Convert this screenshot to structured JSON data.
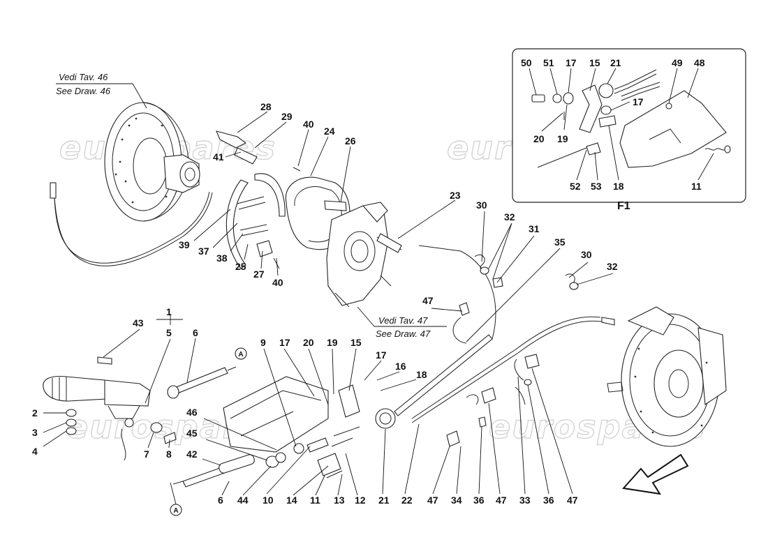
{
  "watermark": "eurospares",
  "references": {
    "top_left": {
      "it": "Vedi Tav. 46",
      "en": "See Draw. 46"
    },
    "center": {
      "it": "Vedi Tav. 47",
      "en": "See Draw. 47"
    }
  },
  "connector_label": "A",
  "inset": {
    "title": "F1"
  },
  "callouts": {
    "c28": "28",
    "c29": "29",
    "c40a": "40",
    "c24": "24",
    "c26": "26",
    "c41": "41",
    "c39": "39",
    "c37": "37",
    "c38": "38",
    "c25": "25",
    "c27": "27",
    "c40b": "40",
    "c23": "23",
    "c30a": "30",
    "c32a": "32",
    "c31": "31",
    "c35": "35",
    "c30b": "30",
    "c32b": "32",
    "c47a": "47",
    "c43": "43",
    "c1": "1",
    "c5": "5",
    "c6a": "6",
    "c2": "2",
    "c3": "3",
    "c4": "4",
    "c7": "7",
    "c8": "8",
    "c46": "46",
    "c45": "45",
    "c42": "42",
    "c6b": "6",
    "c44": "44",
    "c10": "10",
    "c9": "9",
    "c17": "17",
    "c20": "20",
    "c19": "19",
    "c15": "15",
    "c16": "16",
    "c18": "18",
    "c14": "14",
    "c11": "11",
    "c13": "13",
    "c12": "12",
    "c21": "21",
    "c22": "22",
    "c47b": "47",
    "c34": "34",
    "c36a": "36",
    "c47c": "47",
    "c33": "33",
    "c36b": "36",
    "c47d": "47",
    "i50": "50",
    "i51": "51",
    "i17a": "17",
    "i15": "15",
    "i21": "21",
    "i49": "49",
    "i48": "48",
    "i17b": "17",
    "i20": "20",
    "i19": "19",
    "i52": "52",
    "i53": "53",
    "i18": "18",
    "i11": "11"
  }
}
